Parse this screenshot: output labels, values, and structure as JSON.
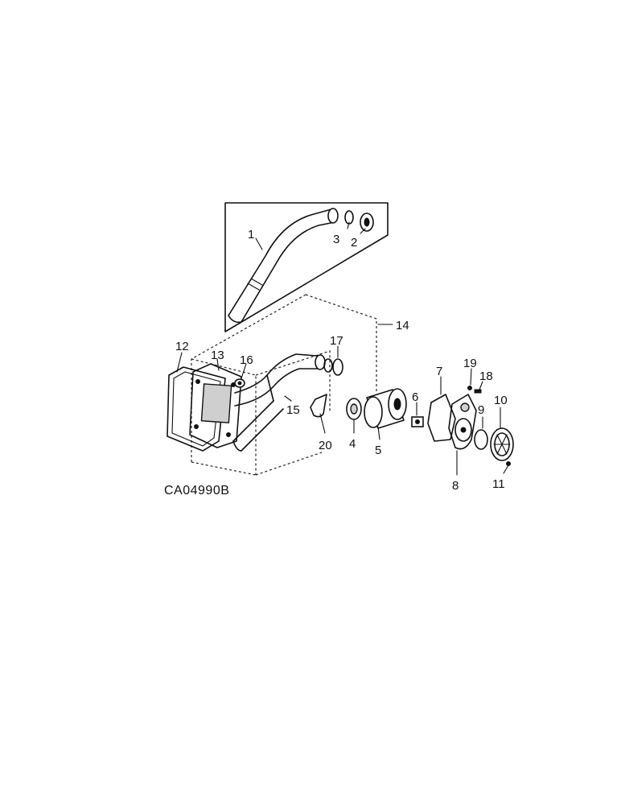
{
  "diagram": {
    "reference_code": "CA04990B",
    "callouts": {
      "c1": "1",
      "c2": "2",
      "c3": "3",
      "c4": "4",
      "c5": "5",
      "c6": "6",
      "c7": "7",
      "c8": "8",
      "c9": "9",
      "c10": "10",
      "c11": "11",
      "c12": "12",
      "c13": "13",
      "c14": "14",
      "c15": "15",
      "c16": "16",
      "c17": "17",
      "c18": "18",
      "c19": "19",
      "c20": "20"
    }
  }
}
